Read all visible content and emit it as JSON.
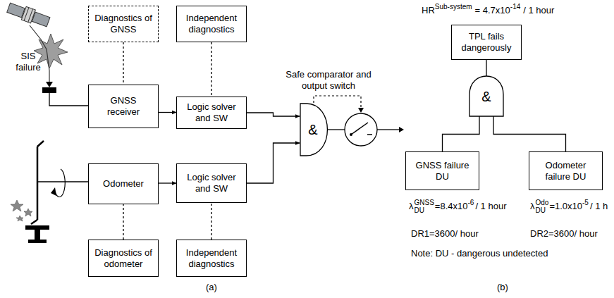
{
  "diagram": {
    "nodes": [
      {
        "text": [
          "Diagnostics of GNSS"
        ]
      },
      {
        "text": [
          "Independent diagnostics"
        ]
      },
      {
        "text": [
          "GNSS receiver"
        ]
      },
      {
        "text": [
          "Logic solver and SW"
        ]
      },
      {
        "text": [
          "Odometer"
        ]
      },
      {
        "text": [
          "Logic solver and SW"
        ]
      },
      {
        "text": [
          "Diagnostics of odometer"
        ]
      },
      {
        "text": [
          "Independent diagnostics"
        ]
      },
      {
        "text": [
          "&"
        ]
      },
      {
        "text": [
          "TPL fails dangerously"
        ]
      },
      {
        "text": [
          "&"
        ]
      },
      {
        "text": [
          "GNSS failure DU"
        ]
      },
      {
        "text": [
          "Odometer failure DU"
        ]
      }
    ],
    "edges": [
      {
        "from": 0,
        "to": 2,
        "arrow": "none"
      },
      {
        "from": 1,
        "to": 3,
        "arrow": "none"
      },
      {
        "from": 2,
        "to": 3,
        "arrow": "to"
      },
      {
        "from": 4,
        "to": 5,
        "arrow": "to"
      },
      {
        "from": 6,
        "to": 4,
        "arrow": "none"
      },
      {
        "from": 7,
        "to": 5,
        "arrow": "none"
      },
      {
        "from": 3,
        "to": 8,
        "arrow": "to"
      },
      {
        "from": 5,
        "to": 8,
        "arrow": "to"
      },
      {
        "from": 11,
        "to": 10,
        "arrow": "none"
      },
      {
        "from": 12,
        "to": 10,
        "arrow": "none"
      },
      {
        "from": 10,
        "to": 9,
        "arrow": "none"
      }
    ],
    "labels": [
      "SIS failure",
      "Safe comparator and output switch",
      "HR",
      "Sub-system",
      "= 4.7x10",
      "-14",
      "/ 1 hour",
      "λ",
      "GNSS",
      "DU",
      "=8.4x10",
      "-6",
      "/ 1 hour",
      "λ",
      "Odo",
      "DU",
      "=1.0x10",
      "-5",
      "/ 1 h",
      "DR1=3600/ hour",
      "DR2=3600/ hour",
      "Note: DU - dangerous undetected",
      "(a)",
      "(b)"
    ]
  }
}
